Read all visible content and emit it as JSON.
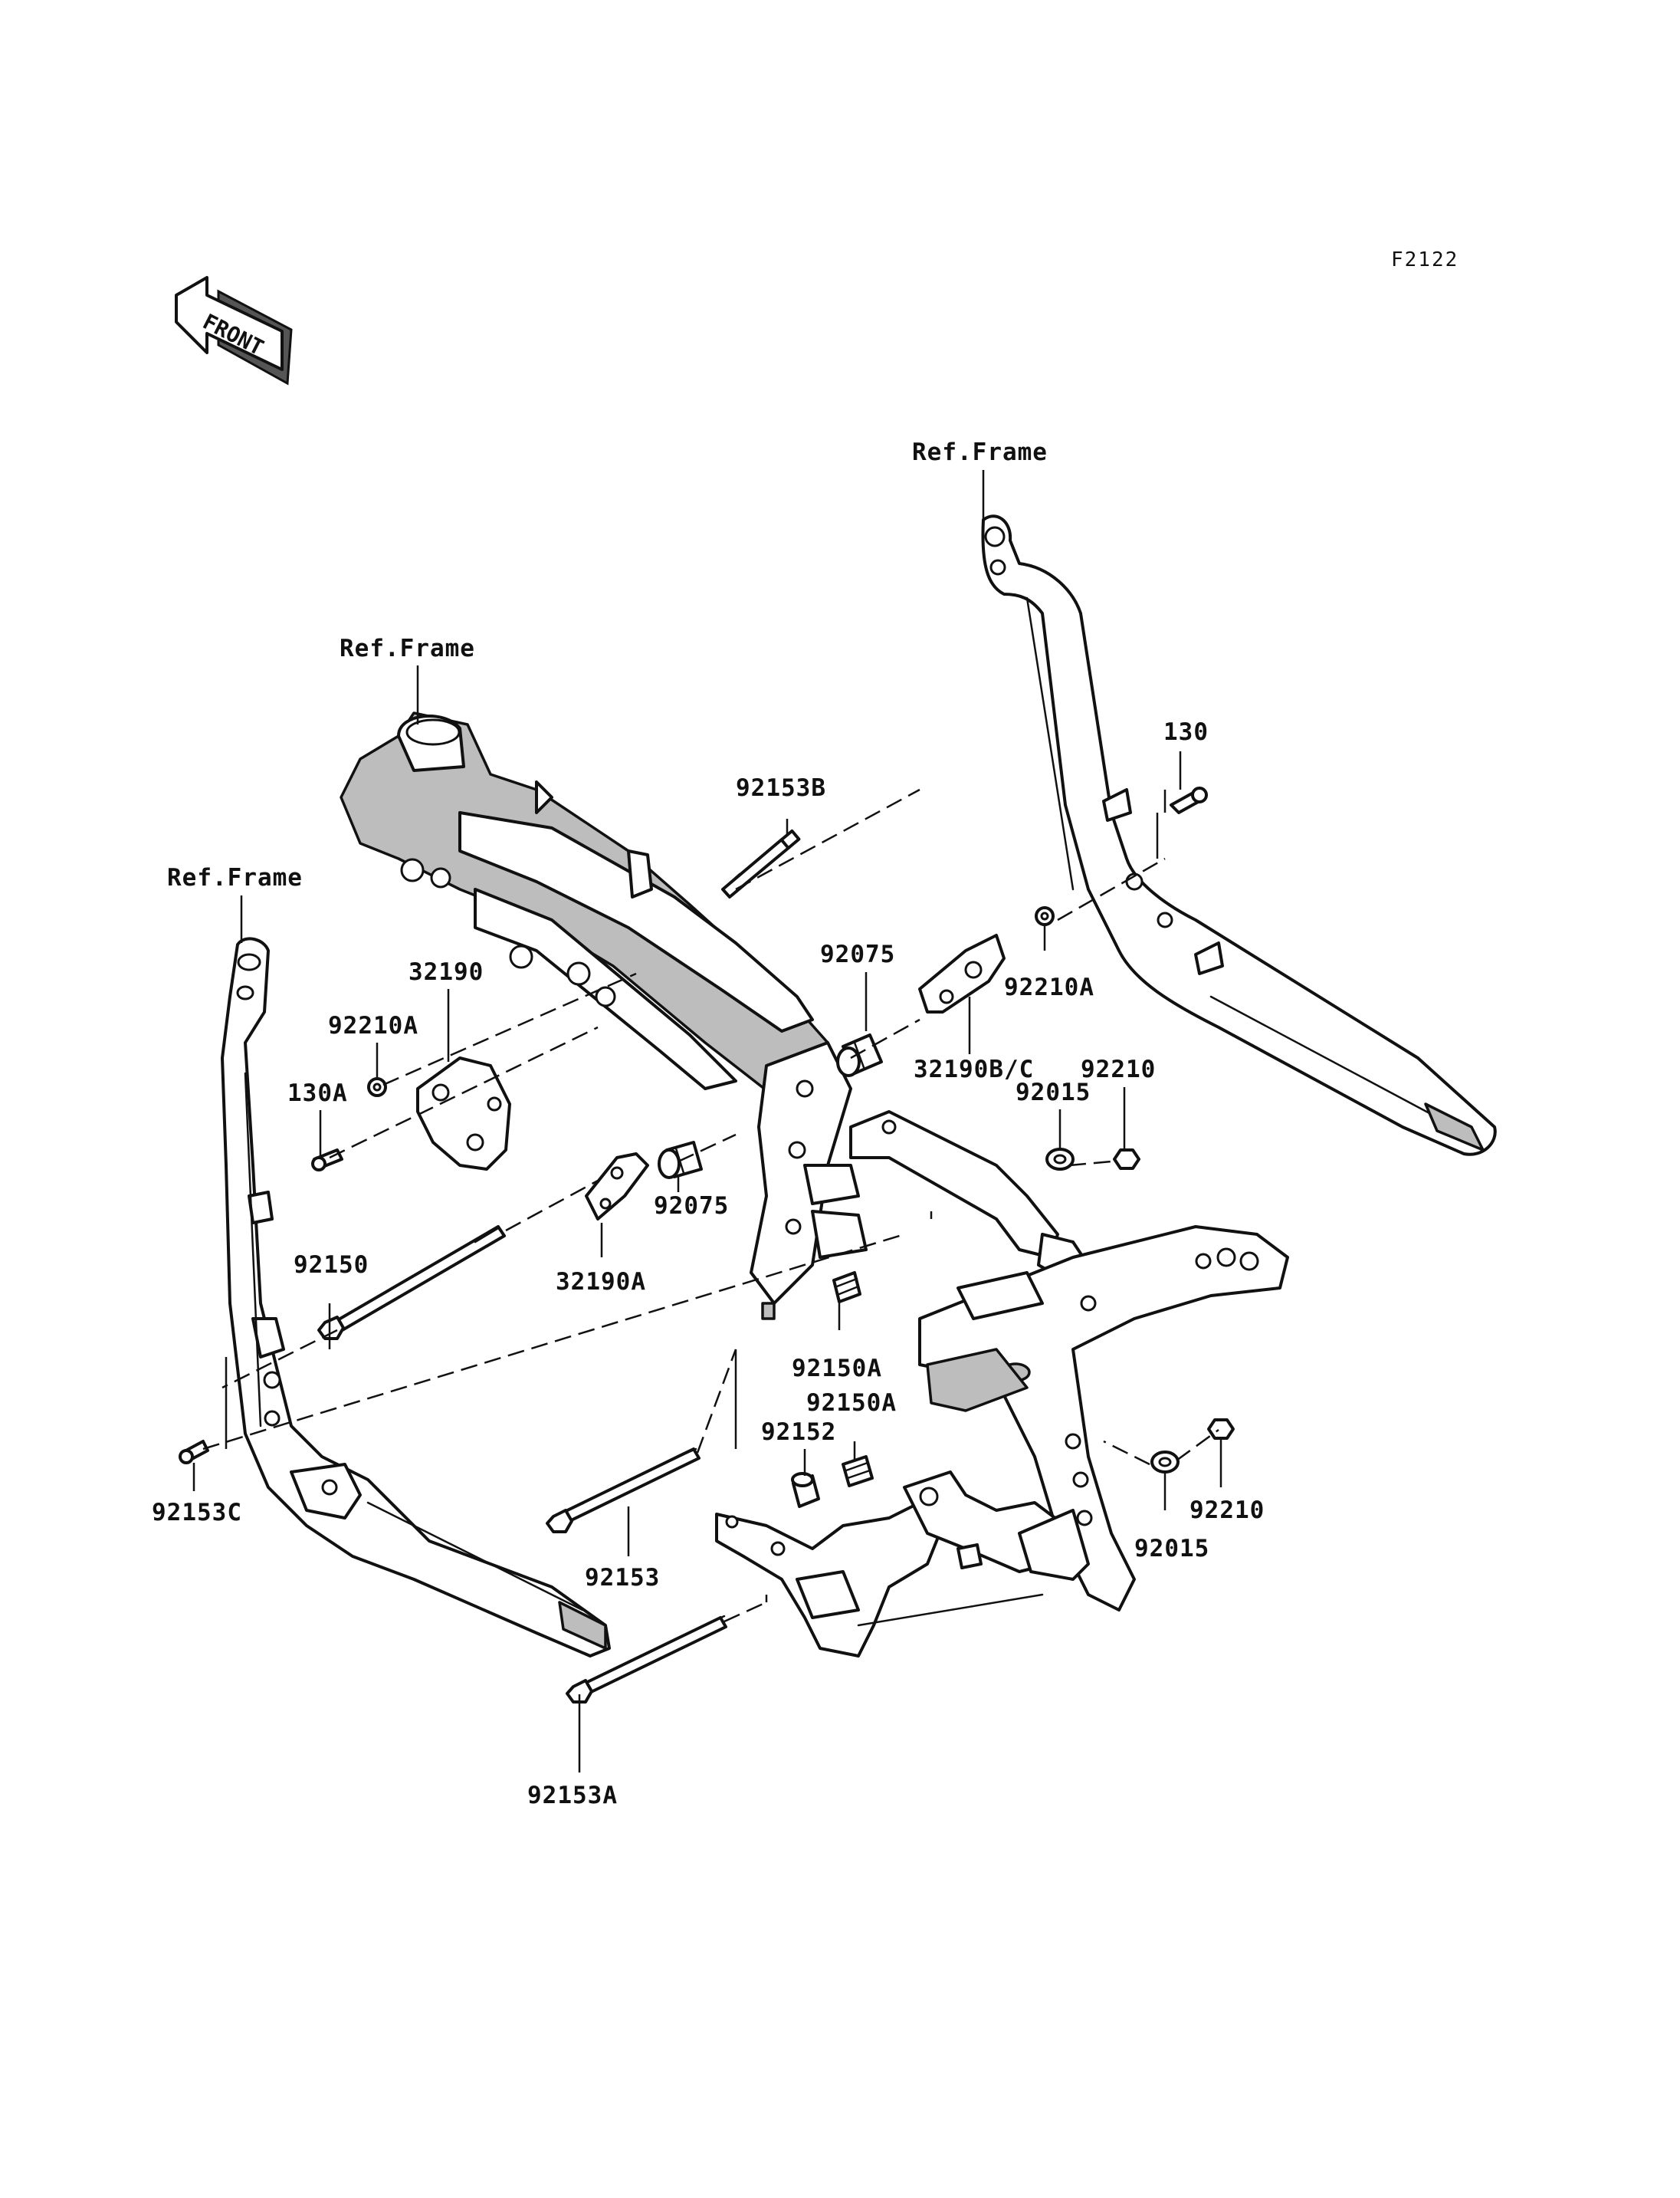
{
  "diagram_code": "F2122",
  "front_badge": "FRONT",
  "labels": {
    "ref_frame_top": "Ref.Frame",
    "ref_frame_mid": "Ref.Frame",
    "ref_frame_left": "Ref.Frame",
    "p130": "130",
    "p92153B": "92153B",
    "p92075_upper": "92075",
    "p92210A_right": "92210A",
    "p32190BC": "32190B/C",
    "p92210_upper": "92210",
    "p92015_upper": "92015",
    "p32190": "32190",
    "p92210A_left": "92210A",
    "p130A": "130A",
    "p92075_lower": "92075",
    "p32190A": "32190A",
    "p92150": "92150",
    "p92150A_a": "92150A",
    "p92150A_b": "92150A",
    "p92152": "92152",
    "p92153C": "92153C",
    "p92153": "92153",
    "p92210_lower": "92210",
    "p92015_lower": "92015",
    "p92153A": "92153A"
  }
}
